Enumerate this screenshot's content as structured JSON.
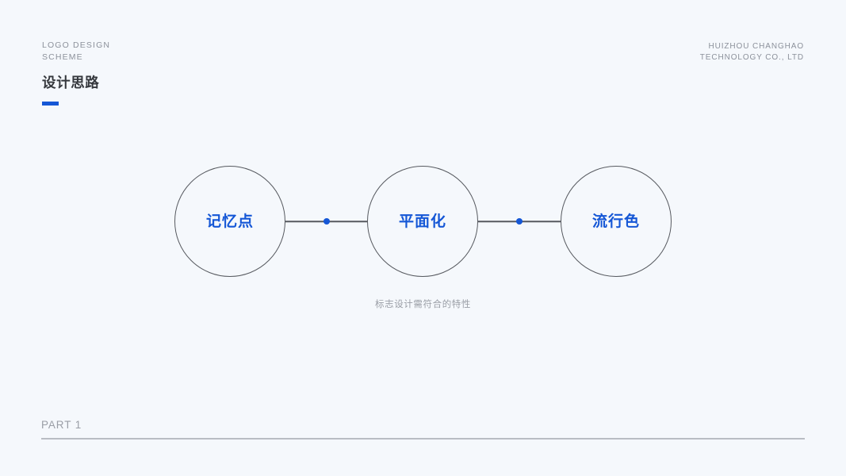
{
  "page": {
    "background_color": "#f5f8fc",
    "accent_color": "#1557d6",
    "muted_color": "#8c919b",
    "stroke_color": "#56595f"
  },
  "header": {
    "eyebrow": "LOGO DESIGN\nSCHEME",
    "title": "设计思路",
    "company": "HUIZHOU CHANGHAO\nTECHNOLOGY CO., LTD"
  },
  "diagram": {
    "nodes": [
      {
        "label": "记忆点"
      },
      {
        "label": "平面化"
      },
      {
        "label": "流行色"
      }
    ],
    "caption": "标志设计需符合的特性"
  },
  "footer": {
    "part_label": "PART 1"
  }
}
